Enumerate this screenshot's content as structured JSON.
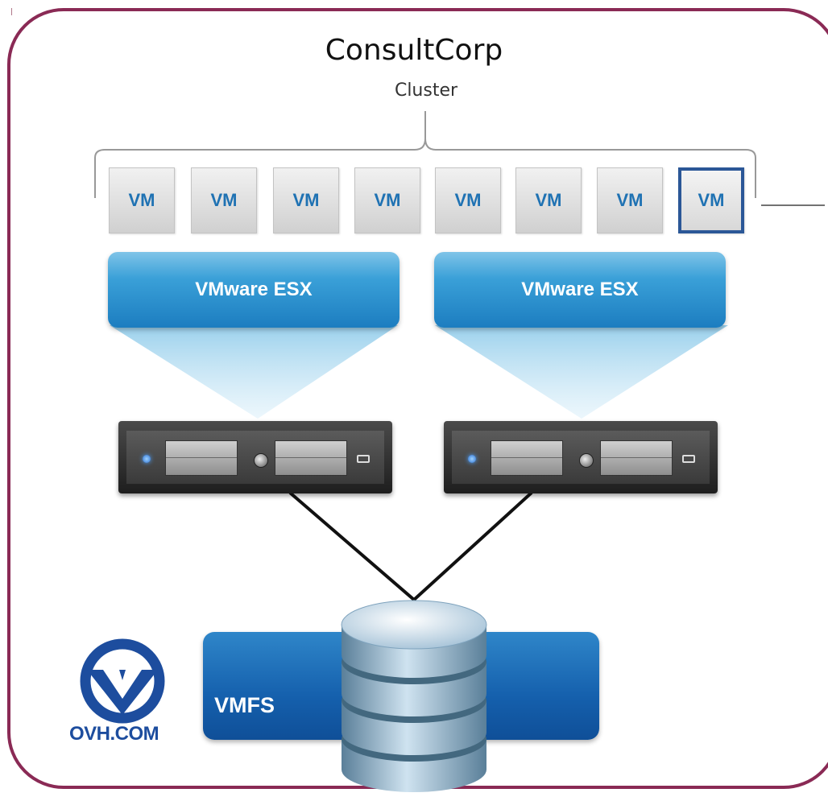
{
  "diagram": {
    "title": "ConsultCorp",
    "subtitle": "Cluster",
    "vms": [
      "VM",
      "VM",
      "VM",
      "VM",
      "VM",
      "VM",
      "VM",
      "VM"
    ],
    "selected_vm_index": 7,
    "hypervisors": [
      "VMware ESX",
      "VMware ESX"
    ],
    "storage_label": "VMFS",
    "logo_text": "OVH.COM"
  },
  "colors": {
    "frame": "#8a2a55",
    "vm_text": "#1f72b3",
    "esx": "#1c7dc0",
    "vmfs": "#1560ad",
    "logo": "#1d4d9e"
  },
  "icons": {
    "server": "rack-server-icon",
    "storage": "database-cylinder-icon",
    "logo": "ovh-logo-icon"
  }
}
